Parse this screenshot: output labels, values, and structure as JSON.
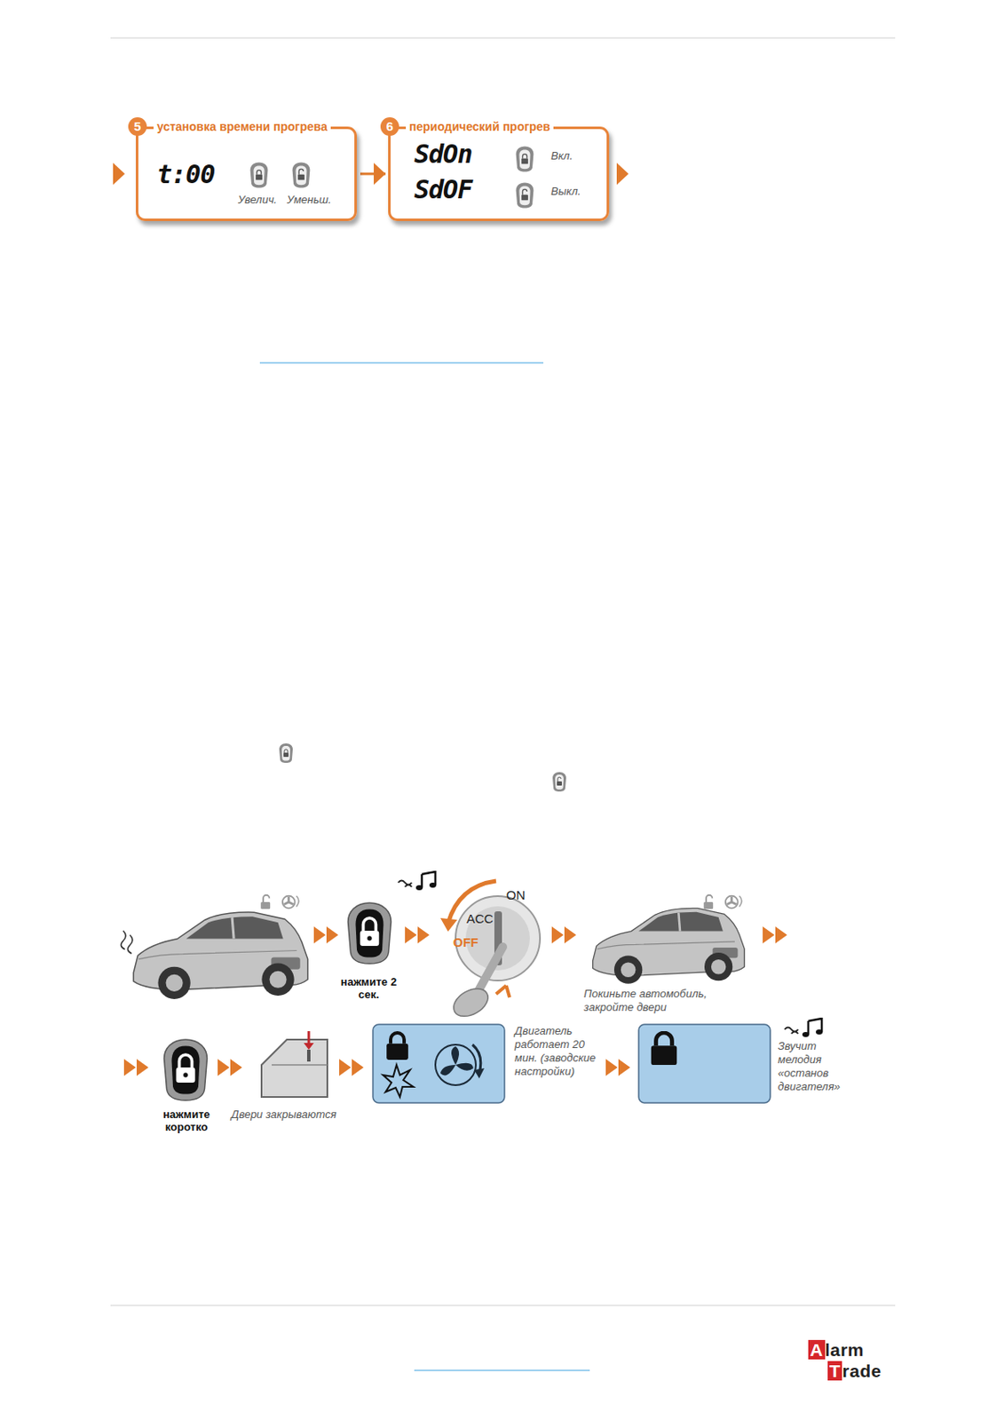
{
  "diagram": {
    "nodes": [
      {
        "text": [
          "установка времени прогрева",
          "t:00",
          "Увелич.",
          "Уменьш."
        ]
      },
      {
        "text": [
          "периодический прогрев",
          "SdOn",
          "Вкл.",
          "SdOF",
          "Выкл."
        ]
      }
    ],
    "edges": [
      {
        "from": 0,
        "to": 1,
        "arrow": "to"
      }
    ],
    "labels": [
      "5",
      "6",
      "ON",
      "ACC",
      "OFF",
      "нажмите 2 сек.",
      "Покиньте автомобиль, закройте двери",
      "нажмите коротко",
      "Двери закрываются",
      "Двигатель работает 20 мин. (заводские настройки)",
      "Звучит мелодия «останов двигателя»",
      "Alarm",
      "Trade"
    ]
  }
}
